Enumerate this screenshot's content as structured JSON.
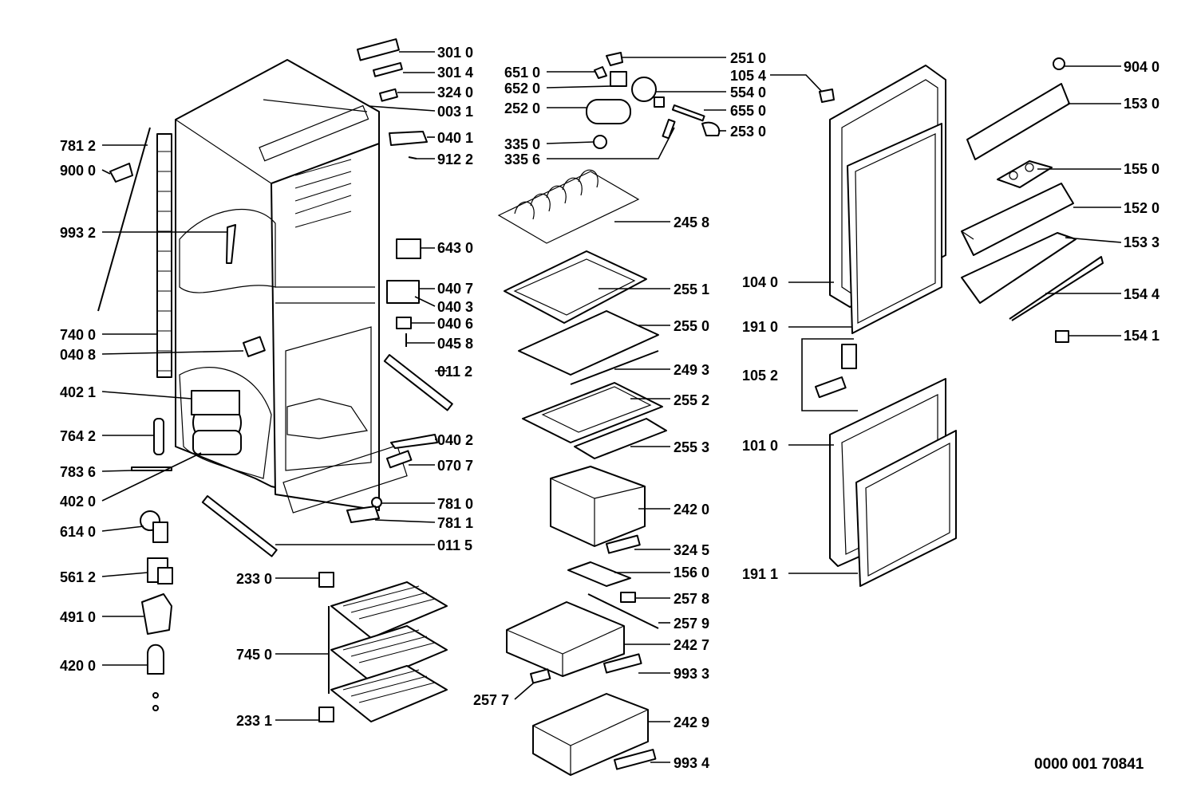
{
  "diagram": {
    "reference_code": "0000 001 70841",
    "labels": [
      {
        "id": "p3010",
        "text": "301 0"
      },
      {
        "id": "p3014",
        "text": "301 4"
      },
      {
        "id": "p3240",
        "text": "324 0"
      },
      {
        "id": "p0031",
        "text": "003 1"
      },
      {
        "id": "p0401",
        "text": "040 1"
      },
      {
        "id": "p9122",
        "text": "912 2"
      },
      {
        "id": "p7812",
        "text": "781 2"
      },
      {
        "id": "p9000",
        "text": "900 0"
      },
      {
        "id": "p9932",
        "text": "993 2"
      },
      {
        "id": "p6430",
        "text": "643 0"
      },
      {
        "id": "p0407",
        "text": "040 7"
      },
      {
        "id": "p0403",
        "text": "040 3"
      },
      {
        "id": "p0406",
        "text": "040 6"
      },
      {
        "id": "p0458",
        "text": "045 8"
      },
      {
        "id": "p7400",
        "text": "740 0"
      },
      {
        "id": "p0408",
        "text": "040 8"
      },
      {
        "id": "p0112",
        "text": "011 2"
      },
      {
        "id": "p4021",
        "text": "402 1"
      },
      {
        "id": "p7642",
        "text": "764 2"
      },
      {
        "id": "p0402",
        "text": "040 2"
      },
      {
        "id": "p7836",
        "text": "783 6"
      },
      {
        "id": "p0707",
        "text": "070 7"
      },
      {
        "id": "p4020",
        "text": "402 0"
      },
      {
        "id": "p7810",
        "text": "781 0"
      },
      {
        "id": "p6140",
        "text": "614 0"
      },
      {
        "id": "p7811",
        "text": "781 1"
      },
      {
        "id": "p0115",
        "text": "011 5"
      },
      {
        "id": "p5612",
        "text": "561 2"
      },
      {
        "id": "p2330",
        "text": "233 0"
      },
      {
        "id": "p4910",
        "text": "491 0"
      },
      {
        "id": "p7450",
        "text": "745 0"
      },
      {
        "id": "p4200",
        "text": "420 0"
      },
      {
        "id": "p2331",
        "text": "233 1"
      },
      {
        "id": "p6510",
        "text": "651 0"
      },
      {
        "id": "p6520",
        "text": "652 0"
      },
      {
        "id": "p2520",
        "text": "252 0"
      },
      {
        "id": "p3350",
        "text": "335 0"
      },
      {
        "id": "p3356",
        "text": "335 6"
      },
      {
        "id": "p2510",
        "text": "251 0"
      },
      {
        "id": "p1054",
        "text": "105 4"
      },
      {
        "id": "p5540",
        "text": "554 0"
      },
      {
        "id": "p6550",
        "text": "655 0"
      },
      {
        "id": "p2530",
        "text": "253 0"
      },
      {
        "id": "p2458",
        "text": "245 8"
      },
      {
        "id": "p2551",
        "text": "255 1"
      },
      {
        "id": "p2550",
        "text": "255 0"
      },
      {
        "id": "p2493",
        "text": "249 3"
      },
      {
        "id": "p2552",
        "text": "255 2"
      },
      {
        "id": "p2553",
        "text": "255 3"
      },
      {
        "id": "p2420",
        "text": "242 0"
      },
      {
        "id": "p3245",
        "text": "324 5"
      },
      {
        "id": "p1560",
        "text": "156 0"
      },
      {
        "id": "p2578",
        "text": "257 8"
      },
      {
        "id": "p2579",
        "text": "257 9"
      },
      {
        "id": "p2427",
        "text": "242 7"
      },
      {
        "id": "p9933",
        "text": "993 3"
      },
      {
        "id": "p2577",
        "text": "257 7"
      },
      {
        "id": "p2429",
        "text": "242 9"
      },
      {
        "id": "p9934",
        "text": "993 4"
      },
      {
        "id": "p9040",
        "text": "904 0"
      },
      {
        "id": "p1530",
        "text": "153 0"
      },
      {
        "id": "p1550",
        "text": "155 0"
      },
      {
        "id": "p1520",
        "text": "152 0"
      },
      {
        "id": "p1533",
        "text": "153 3"
      },
      {
        "id": "p1040",
        "text": "104 0"
      },
      {
        "id": "p1544",
        "text": "154 4"
      },
      {
        "id": "p1910",
        "text": "191 0"
      },
      {
        "id": "p1541",
        "text": "154 1"
      },
      {
        "id": "p1052",
        "text": "105 2"
      },
      {
        "id": "p1010",
        "text": "101 0"
      },
      {
        "id": "p1911",
        "text": "191 1"
      }
    ]
  }
}
